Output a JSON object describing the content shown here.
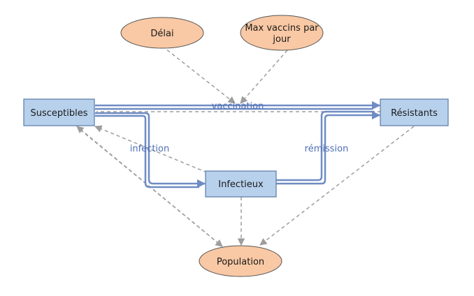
{
  "diagram": {
    "stocks": {
      "susceptibles": "Susceptibles",
      "infectieux": "Infectieux",
      "resistants": "Résistants"
    },
    "variables": {
      "delai": "Délai",
      "max_vaccins_line1": "Max vaccins par",
      "max_vaccins_line2": "jour",
      "population": "Population"
    },
    "flows": {
      "vaccination": "vaccination",
      "infection": "infection",
      "remission": "rémission"
    }
  },
  "colors": {
    "stock_fill": "#b7d0ec",
    "stock_border": "#5a7aa6",
    "variable_fill": "#f9c8a4",
    "variable_border": "#555555",
    "flow": "#6f8cc4",
    "flow_label": "#4f6eb5",
    "link": "#9d9d9d"
  }
}
